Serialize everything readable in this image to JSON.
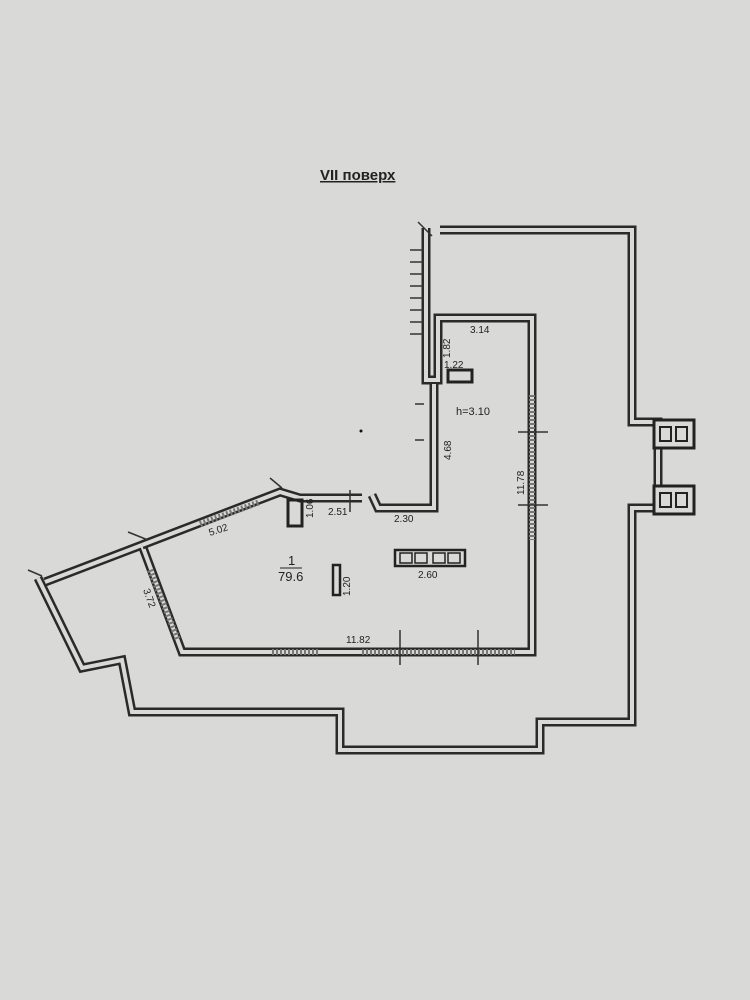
{
  "title": "VII поверх",
  "room": {
    "number": "1",
    "area": "79.6"
  },
  "ceiling_height": "h=3.10",
  "dimensions": {
    "d_3_14": "3.14",
    "d_1_82": "1.82",
    "d_1_22": "1.22",
    "d_4_68": "4.68",
    "d_11_78": "11.78",
    "d_2_51": "2.51",
    "d_1_06": "1.06",
    "d_2_30": "2.30",
    "d_2_60": "2.60",
    "d_1_20": "1.20",
    "d_5_02": "5.02",
    "d_3_72": "3.72",
    "d_11_82": "11.82"
  }
}
